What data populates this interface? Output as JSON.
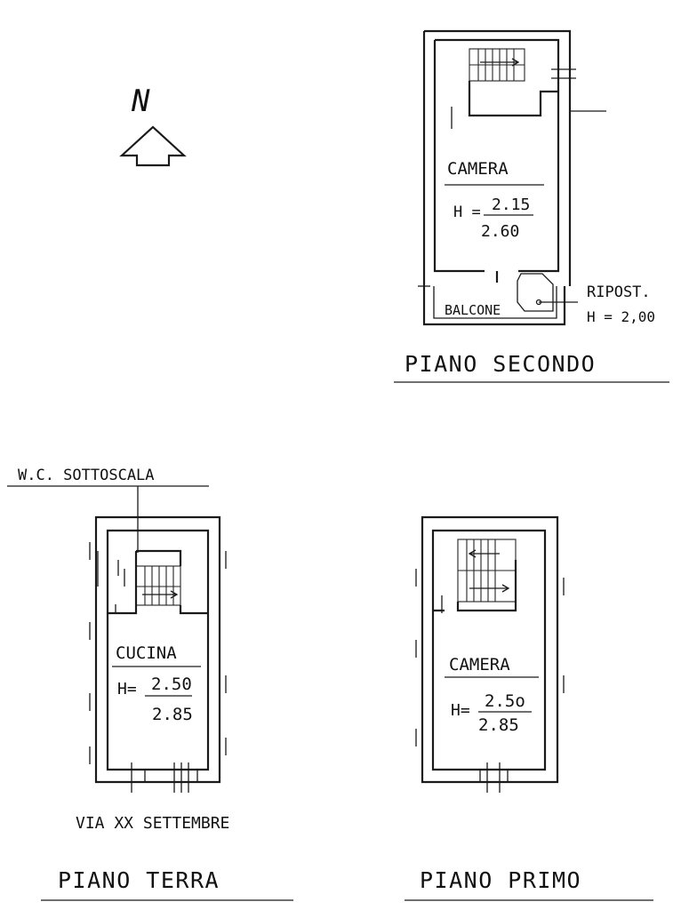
{
  "north": {
    "label": "N",
    "icon": "north-arrow-icon"
  },
  "piano_secondo": {
    "title": "PIANO SECONDO",
    "room": {
      "name": "CAMERA",
      "h_prefix": "H =",
      "h_min": "2.15",
      "h_max": "2.60"
    },
    "balcony": "BALCONE",
    "storage": {
      "name": "RIPOST.",
      "height": "H = 2,00"
    }
  },
  "piano_terra": {
    "title": "PIANO TERRA",
    "wc_note": "W.C. SOTTOSCALA",
    "room": {
      "name": "CUCINA",
      "h_prefix": "H=",
      "h_min": "2.50",
      "h_max": "2.85"
    },
    "street": "VIA XX SETTEMBRE"
  },
  "piano_primo": {
    "title": "PIANO PRIMO",
    "room": {
      "name": "CAMERA",
      "h_prefix": "H=",
      "h_min": "2.5o",
      "h_max": "2.85"
    }
  }
}
